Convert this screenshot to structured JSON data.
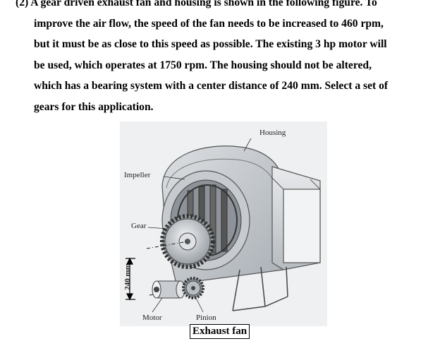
{
  "problem": {
    "lines": [
      "(2) A gear driven exhaust fan and housing is shown in the following figure. To",
      "improve the air flow, the speed of the fan needs to be increased to 460 rpm,",
      "but it must be as close to this speed as possible. The existing 3 hp motor will",
      "be used, which operates at 1750 rpm. The housing should not be altered,",
      "which has a bearing system with a center distance of 240 mm. Select a set of",
      "gears for this application."
    ]
  },
  "figure": {
    "labels": {
      "housing": "Housing",
      "impeller": "Impeller",
      "gear": "Gear",
      "dimension": "240 mm",
      "motor": "Motor",
      "pinion": "Pinion"
    },
    "caption": "Exhaust fan"
  }
}
